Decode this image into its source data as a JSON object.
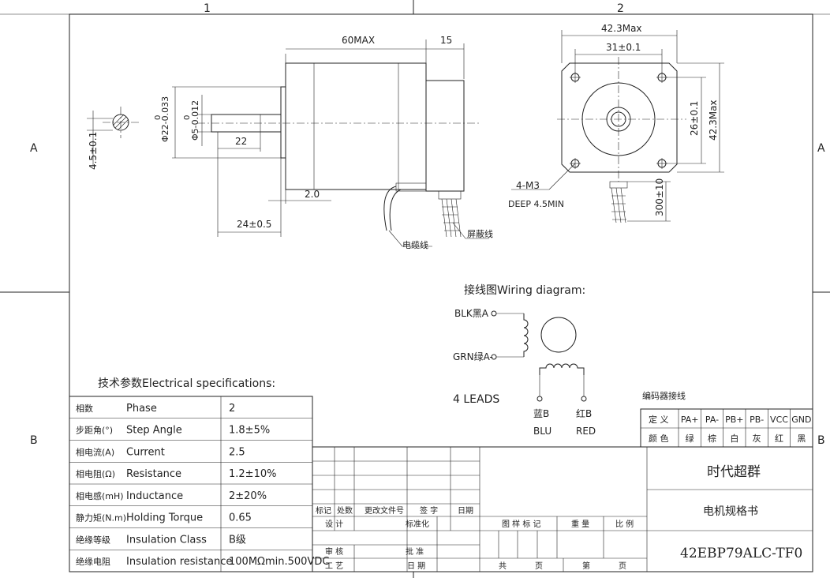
{
  "zones": {
    "col1": "1",
    "col2": "2",
    "rowA": "A",
    "rowB": "B"
  },
  "side_view": {
    "dim_length": "60MAX",
    "dim_flange": "15",
    "dim_shaft_diameter": "Φ22-0.033",
    "dim_shaft_diameter_tol": "0",
    "dim_shaft_small": "Φ5-0.012",
    "dim_shaft_small_tol": "0",
    "dim_flat": "22",
    "dim_boss": "2.0",
    "dim_shaft_len": "24±0.5",
    "dim_flat_depth": "4.5±0.1",
    "label_cable": "电缆线",
    "label_shield": "屏蔽线"
  },
  "front_view": {
    "dim_outer": "42.3Max",
    "dim_hole_spacing": "31±0.1",
    "dim_hole_spacing_v": "26±0.1",
    "dim_outer_v": "42.3Max",
    "dim_lead": "300±10",
    "label_thread": "4-M3",
    "label_depth": "DEEP 4.5MIN"
  },
  "wiring": {
    "title": "接线图Wiring diagram:",
    "blk": "BLK黑A",
    "grn": "GRN绿A-",
    "leads": "4 LEADS",
    "blu_cn": "蓝B",
    "blu_en": "BLU",
    "red_cn": "红B",
    "red_en": "RED"
  },
  "specs": {
    "title": "技术参数Electrical specifications:",
    "rows": [
      {
        "cn": "相数",
        "en": "Phase",
        "value": "2"
      },
      {
        "cn": "步距角(°)",
        "en": "Step Angle",
        "value": "1.8±5%"
      },
      {
        "cn": "相电流(A)",
        "en": "Current",
        "value": "2.5"
      },
      {
        "cn": "相电阻(Ω)",
        "en": "Resistance",
        "value": "1.2±10%"
      },
      {
        "cn": "相电感(mH)",
        "en": "Inductance",
        "value": "2±20%"
      },
      {
        "cn": "静力矩(N.m)",
        "en": "Holding Torque",
        "value": "0.65"
      },
      {
        "cn": "绝缘等级",
        "en": "Insulation Class",
        "value": "B级"
      },
      {
        "cn": "绝缘电阻",
        "en": "Insulation resistance",
        "value": "100MΩmin.500VDC"
      }
    ]
  },
  "encoder": {
    "title": "编码器接线",
    "header_label": "定 义",
    "color_label": "颜 色",
    "pins": [
      "PA+",
      "PA-",
      "PB+",
      "PB-",
      "VCC",
      "GND"
    ],
    "colors": [
      "绿",
      "棕",
      "白",
      "灰",
      "红",
      "黑"
    ]
  },
  "title_block": {
    "company": "时代超群",
    "doc_name": "电机规格书",
    "part_no": "42EBP79ALC-TF0",
    "mark": "标记",
    "count": "处数",
    "change_doc": "更改文件号",
    "sign": "签 字",
    "date": "日期",
    "design": "设 计",
    "standard": "标准化",
    "review": "审 核",
    "approve": "批 准",
    "craft": "工 艺",
    "date2": "日 期",
    "drawing_mark": "图 样 标 记",
    "weight": "重 量",
    "scale": "比 例",
    "total": "共",
    "page": "页",
    "no": "第",
    "page2": "页"
  }
}
